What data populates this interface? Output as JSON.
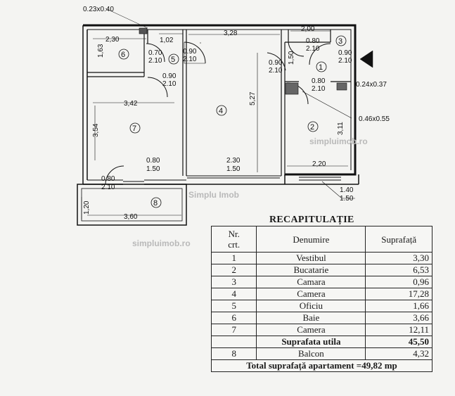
{
  "plan": {
    "dims": {
      "d_023x040": "0.23x0.40",
      "d_230": "2,30",
      "d_102": "1,02",
      "d_328": "3,28",
      "d_200": "2,00",
      "d_163": "1,63",
      "d_070_210": [
        "0.70",
        "2.10"
      ],
      "d_090_210_a": [
        "0.90",
        "2.10"
      ],
      "d_090_210_b": [
        "0.90",
        "2.10"
      ],
      "d_080_210_top": [
        "0.80",
        "2.10"
      ],
      "d_090_210_door": [
        "0.90",
        "2.10"
      ],
      "d_150v": "1,50",
      "d_090_210_kit": [
        "0.90",
        "2.10"
      ],
      "d_527": "5,27",
      "d_080_210_kit": [
        "0.80",
        "2.10"
      ],
      "d_024x037": "0.24x0.37",
      "d_342": "3,42",
      "d_354": "3,54",
      "d_311": "3,11",
      "d_046x055": "0.46x0.55",
      "d_080_150": [
        "0.80",
        "1.50"
      ],
      "d_230_150": [
        "2.30",
        "1.50"
      ],
      "d_220": "2,20",
      "d_080_210_bed": [
        "0.80",
        "2.10"
      ],
      "d_140_150": [
        "1.40",
        "1.50"
      ],
      "d_120": "1,20",
      "d_360": "3,60"
    },
    "room_numbers": [
      "1",
      "2",
      "3",
      "4",
      "5",
      "6",
      "7",
      "8"
    ],
    "watermarks": [
      "Simplu Imob",
      "simpluimob.ro",
      "simpluimob.ro"
    ]
  },
  "recap": {
    "title": "RECAPITULAȚIE",
    "headers": {
      "nr": [
        "Nr.",
        "crt."
      ],
      "name": "Denumire",
      "area": "Suprafață"
    },
    "rows": [
      {
        "nr": "1",
        "name": "Vestibul",
        "area": "3,30"
      },
      {
        "nr": "2",
        "name": "Bucatarie",
        "area": "6,53"
      },
      {
        "nr": "3",
        "name": "Camara",
        "area": "0,96"
      },
      {
        "nr": "4",
        "name": "Camera",
        "area": "17,28"
      },
      {
        "nr": "5",
        "name": "Oficiu",
        "area": "1,66"
      },
      {
        "nr": "6",
        "name": "Baie",
        "area": "3,66"
      },
      {
        "nr": "7",
        "name": "Camera",
        "area": "12,11"
      }
    ],
    "useful": {
      "name": "Suprafata utila",
      "area": "45,50"
    },
    "balcony": {
      "nr": "8",
      "name": "Balcon",
      "area": "4,32"
    },
    "total": "Total suprafață  apartament =49,82 mp"
  }
}
